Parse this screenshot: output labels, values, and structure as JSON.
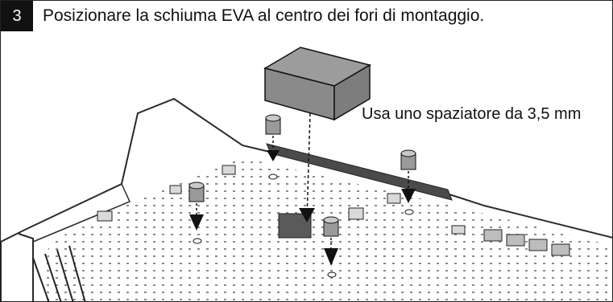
{
  "step": {
    "number": "3",
    "title": "Posizionare la schiuma EVA al centro dei fori di montaggio."
  },
  "callout": {
    "text": "Usa uno spaziatore da 3,5 mm"
  },
  "illustration": {
    "items": [
      "eva-foam-pad",
      "standoff-spacer",
      "mounting-hole",
      "down-arrow",
      "circuit-board"
    ],
    "colors": {
      "board_fill": "#ffffff",
      "board_stroke": "#2a2a2a",
      "foam_top": "#9c9c9c",
      "foam_side": "#7d7d7d",
      "foam_front": "#8a8a8a",
      "standoff": "#9a9a9a",
      "header_block": "#bdbdbd",
      "step_badge": "#111111"
    }
  }
}
